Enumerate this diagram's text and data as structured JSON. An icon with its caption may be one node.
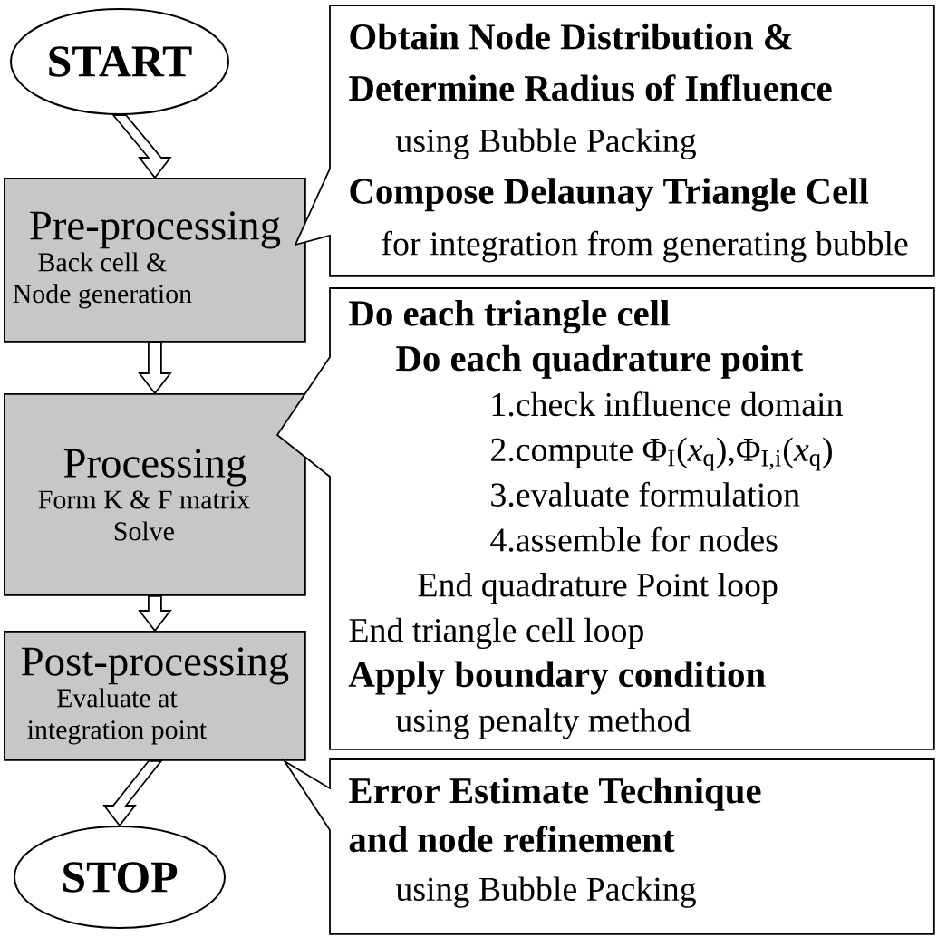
{
  "diagram": {
    "nodes": [
      {
        "text": [
          "START"
        ]
      },
      {
        "text": [
          "Pre-processing",
          "Back cell & Node generation"
        ]
      },
      {
        "text": [
          "Processing",
          "Form K & F matrix Solve"
        ]
      },
      {
        "text": [
          "Post-processing",
          "Evaluate at integration point"
        ]
      },
      {
        "text": [
          "STOP"
        ]
      },
      {
        "text": [
          "Obtain Node Distribution & Determine Radius of Influence",
          "using Bubble Packing",
          "Compose Delaunay Triangle Cell",
          "for integration from generating bubble"
        ]
      },
      {
        "text": [
          "Do each triangle cell",
          "Do each  quadrature point",
          "1.check influence domain",
          "2.compute Φ$_{I}$(*x*$_{q}$),Φ$_{I,i}$(*x*$_{q}$)",
          "3.evaluate formulation",
          "4.assemble for nodes",
          "End quadrature Point loop",
          "End triangle cell loop",
          "Apply boundary condition",
          "using penalty method"
        ]
      },
      {
        "text": [
          "Error Estimate Technique and node refinement",
          "using Bubble Packing"
        ]
      }
    ],
    "edges": [
      {
        "from": 0,
        "to": 1,
        "arrow": "to"
      },
      {
        "from": 1,
        "to": 2,
        "arrow": "to"
      },
      {
        "from": 2,
        "to": 3,
        "arrow": "to"
      },
      {
        "from": 3,
        "to": 4,
        "arrow": "to"
      }
    ]
  }
}
